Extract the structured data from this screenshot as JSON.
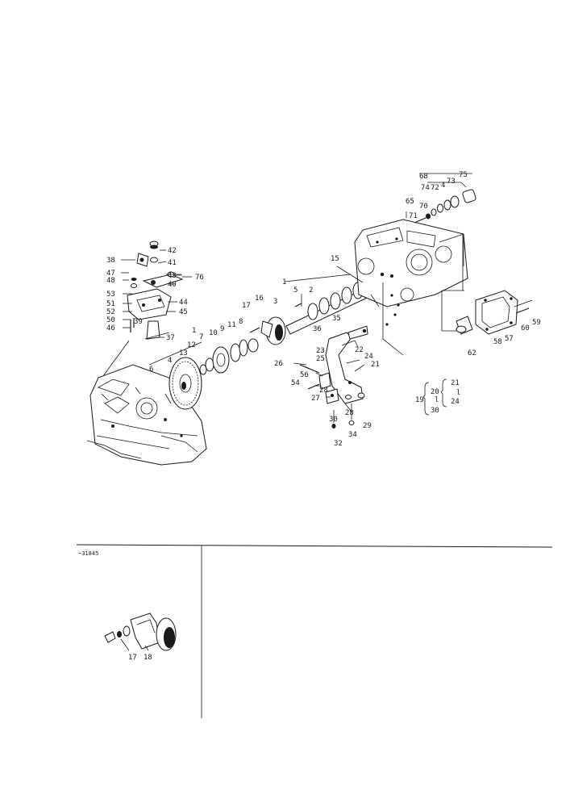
{
  "diagram": {
    "callouts": [
      {
        "id": "c68",
        "text": "68"
      },
      {
        "id": "c75",
        "text": "75"
      },
      {
        "id": "c74",
        "text": "74"
      },
      {
        "id": "c72",
        "text": "72"
      },
      {
        "id": "c4b",
        "text": "4"
      },
      {
        "id": "c73",
        "text": "73"
      },
      {
        "id": "c65",
        "text": "65"
      },
      {
        "id": "c70",
        "text": "70"
      },
      {
        "id": "c71",
        "text": "71"
      },
      {
        "id": "c42",
        "text": "42"
      },
      {
        "id": "c38",
        "text": "38"
      },
      {
        "id": "c41",
        "text": "41"
      },
      {
        "id": "c47",
        "text": "47"
      },
      {
        "id": "c43",
        "text": "43"
      },
      {
        "id": "c76",
        "text": "76"
      },
      {
        "id": "c48",
        "text": "48"
      },
      {
        "id": "c40",
        "text": "40"
      },
      {
        "id": "c53",
        "text": "53"
      },
      {
        "id": "c44",
        "text": "44"
      },
      {
        "id": "c51",
        "text": "51"
      },
      {
        "id": "c52",
        "text": "52"
      },
      {
        "id": "c45",
        "text": "45"
      },
      {
        "id": "c50",
        "text": "50"
      },
      {
        "id": "c39",
        "text": "39"
      },
      {
        "id": "c46",
        "text": "46"
      },
      {
        "id": "c37",
        "text": "37"
      },
      {
        "id": "c1a",
        "text": "1"
      },
      {
        "id": "c15",
        "text": "15"
      },
      {
        "id": "c5",
        "text": "5"
      },
      {
        "id": "c16",
        "text": "16"
      },
      {
        "id": "c3",
        "text": "3"
      },
      {
        "id": "c2",
        "text": "2"
      },
      {
        "id": "c17a",
        "text": "17"
      },
      {
        "id": "c35",
        "text": "35"
      },
      {
        "id": "c8a",
        "text": "8"
      },
      {
        "id": "c9",
        "text": "9"
      },
      {
        "id": "c11",
        "text": "11"
      },
      {
        "id": "c10",
        "text": "10"
      },
      {
        "id": "c7",
        "text": "7"
      },
      {
        "id": "c1b",
        "text": "1"
      },
      {
        "id": "c36",
        "text": "36"
      },
      {
        "id": "c12",
        "text": "12"
      },
      {
        "id": "c13",
        "text": "13"
      },
      {
        "id": "c4a",
        "text": "4"
      },
      {
        "id": "c6",
        "text": "6"
      },
      {
        "id": "c23",
        "text": "23"
      },
      {
        "id": "c22",
        "text": "22"
      },
      {
        "id": "c25",
        "text": "25"
      },
      {
        "id": "c24",
        "text": "24"
      },
      {
        "id": "c26",
        "text": "26"
      },
      {
        "id": "c21a",
        "text": "21"
      },
      {
        "id": "c56",
        "text": "56"
      },
      {
        "id": "c54",
        "text": "54"
      },
      {
        "id": "c28a",
        "text": "28"
      },
      {
        "id": "c27",
        "text": "27"
      },
      {
        "id": "c28b",
        "text": "28"
      },
      {
        "id": "c29",
        "text": "29"
      },
      {
        "id": "c30a",
        "text": "30"
      },
      {
        "id": "c32",
        "text": "32"
      },
      {
        "id": "c34",
        "text": "34"
      },
      {
        "id": "c57",
        "text": "57"
      },
      {
        "id": "c58",
        "text": "58"
      },
      {
        "id": "c60",
        "text": "60"
      },
      {
        "id": "c59",
        "text": "59"
      },
      {
        "id": "c62",
        "text": "62"
      },
      {
        "id": "c21b",
        "text": "21"
      },
      {
        "id": "c20",
        "text": "20"
      },
      {
        "id": "c19",
        "text": "19"
      },
      {
        "id": "c24b",
        "text": "24"
      },
      {
        "id": "c30b",
        "text": "30"
      },
      {
        "id": "c17b",
        "text": "17"
      },
      {
        "id": "c18b",
        "text": "18"
      }
    ],
    "range_marks": [
      {
        "id": "r1",
        "text": "l"
      },
      {
        "id": "r2",
        "text": "l"
      }
    ]
  },
  "inset": {
    "serial_note": "~31845"
  }
}
